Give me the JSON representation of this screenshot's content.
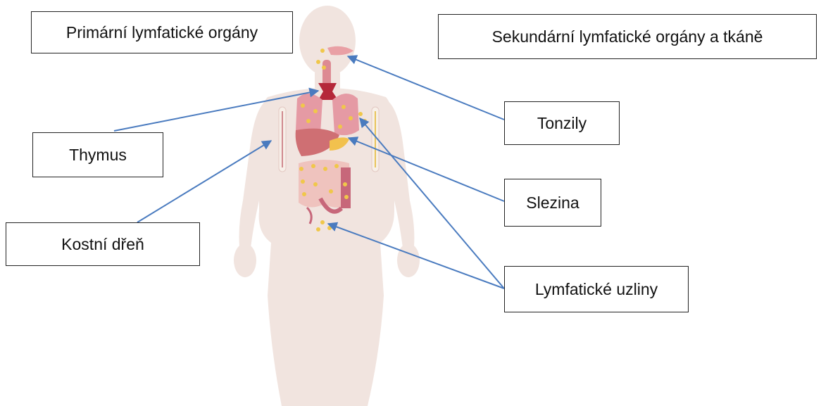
{
  "headings": {
    "primary": "Primární lymfatické orgány",
    "secondary": "Sekundární lymfatické orgány a tkáně"
  },
  "labels": {
    "thymus": "Thymus",
    "bone_marrow": "Kostní dřeň",
    "tonsils": "Tonzily",
    "spleen": "Slezina",
    "lymph_nodes": "Lymfatické uzliny"
  },
  "colors": {
    "body": "#f1e4df",
    "organ": "#dd8a93",
    "lymph_node": "#f0c74a",
    "arrow": "#4a7bbf"
  }
}
